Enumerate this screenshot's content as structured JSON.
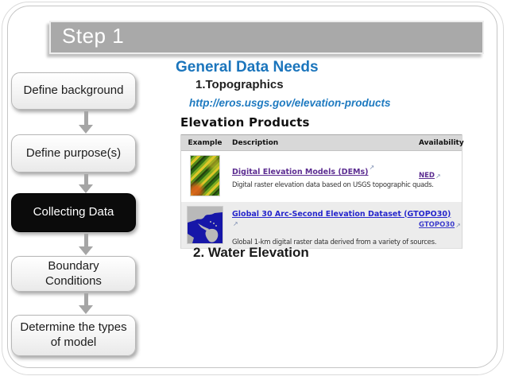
{
  "slide": {
    "title": "Step 1"
  },
  "flowchart": {
    "steps": [
      {
        "label": "Define background",
        "active": false
      },
      {
        "label": "Define purpose(s)",
        "active": false
      },
      {
        "label": "Collecting Data",
        "active": true
      },
      {
        "label": "Boundary Conditions",
        "active": false
      },
      {
        "label": "Determine the types of model",
        "active": false
      }
    ]
  },
  "content": {
    "heading": "General Data Needs",
    "item1": "1.Topographics",
    "url": "http://eros.usgs.gov/elevation-products",
    "table_title": "Elevation Products",
    "item2": "2. Water Elevation"
  },
  "table": {
    "headers": [
      "Example",
      "Description",
      "Availability"
    ],
    "external_icon": "↗",
    "rows": [
      {
        "example_icon": "dem-terrain-thumbnail",
        "title": "Digital Elevation Models (DEMs)",
        "description": "Digital raster elevation data based on USGS topographic quads.",
        "availability": "NED"
      },
      {
        "example_icon": "world-map-thumbnail",
        "title": "Global 30 Arc-Second Elevation Dataset (GTOPO30)",
        "description": "Global 1-km digital raster data derived from a variety of sources.",
        "availability": "GTOPO30"
      }
    ]
  },
  "colors": {
    "accent_blue": "#1b75bc",
    "banner_gray": "#a9a9a9",
    "visited_link_purple": "#5c2d91",
    "link_blue": "#2626cc",
    "row_alt_gray": "#ececec",
    "active_step_black": "#0b0b0b"
  }
}
